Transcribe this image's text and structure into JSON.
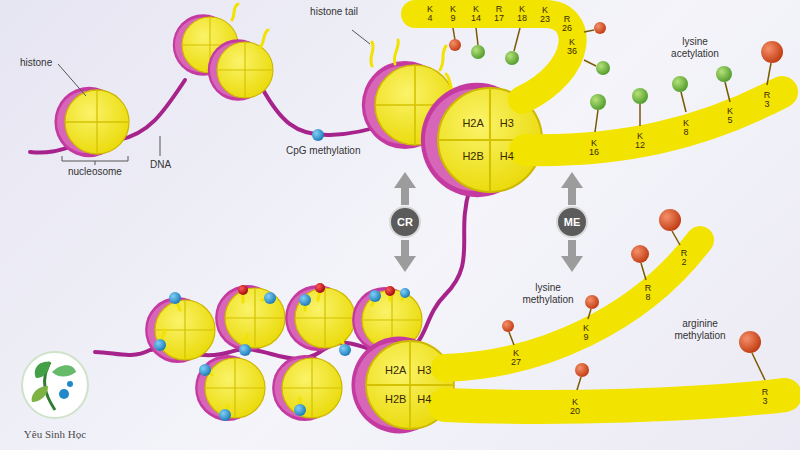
{
  "diagram": {
    "nodes": [
      {
        "text": [
          "H2A",
          "H3",
          "H2B",
          "H4"
        ]
      },
      {
        "text": [
          "CR"
        ]
      },
      {
        "text": [
          "ME"
        ]
      },
      {
        "text": [
          "H2A",
          "H3",
          "H2B",
          "H4"
        ]
      }
    ],
    "labels": [
      "histone",
      "nucleosome",
      "DNA",
      "CpG methylation",
      "histone tail",
      "lysine acetylation",
      "lysine methylation",
      "arginine methylation",
      "K 4",
      "K 9",
      "K 14",
      "R 17",
      "K 18",
      "K 23",
      "R 26",
      "K 36",
      "K 16",
      "K 12",
      "K 8",
      "K 5",
      "R 3",
      "K 27",
      "K 9",
      "R 8",
      "R 2",
      "K 20",
      "R 3",
      "Yêu Sinh Học"
    ]
  }
}
